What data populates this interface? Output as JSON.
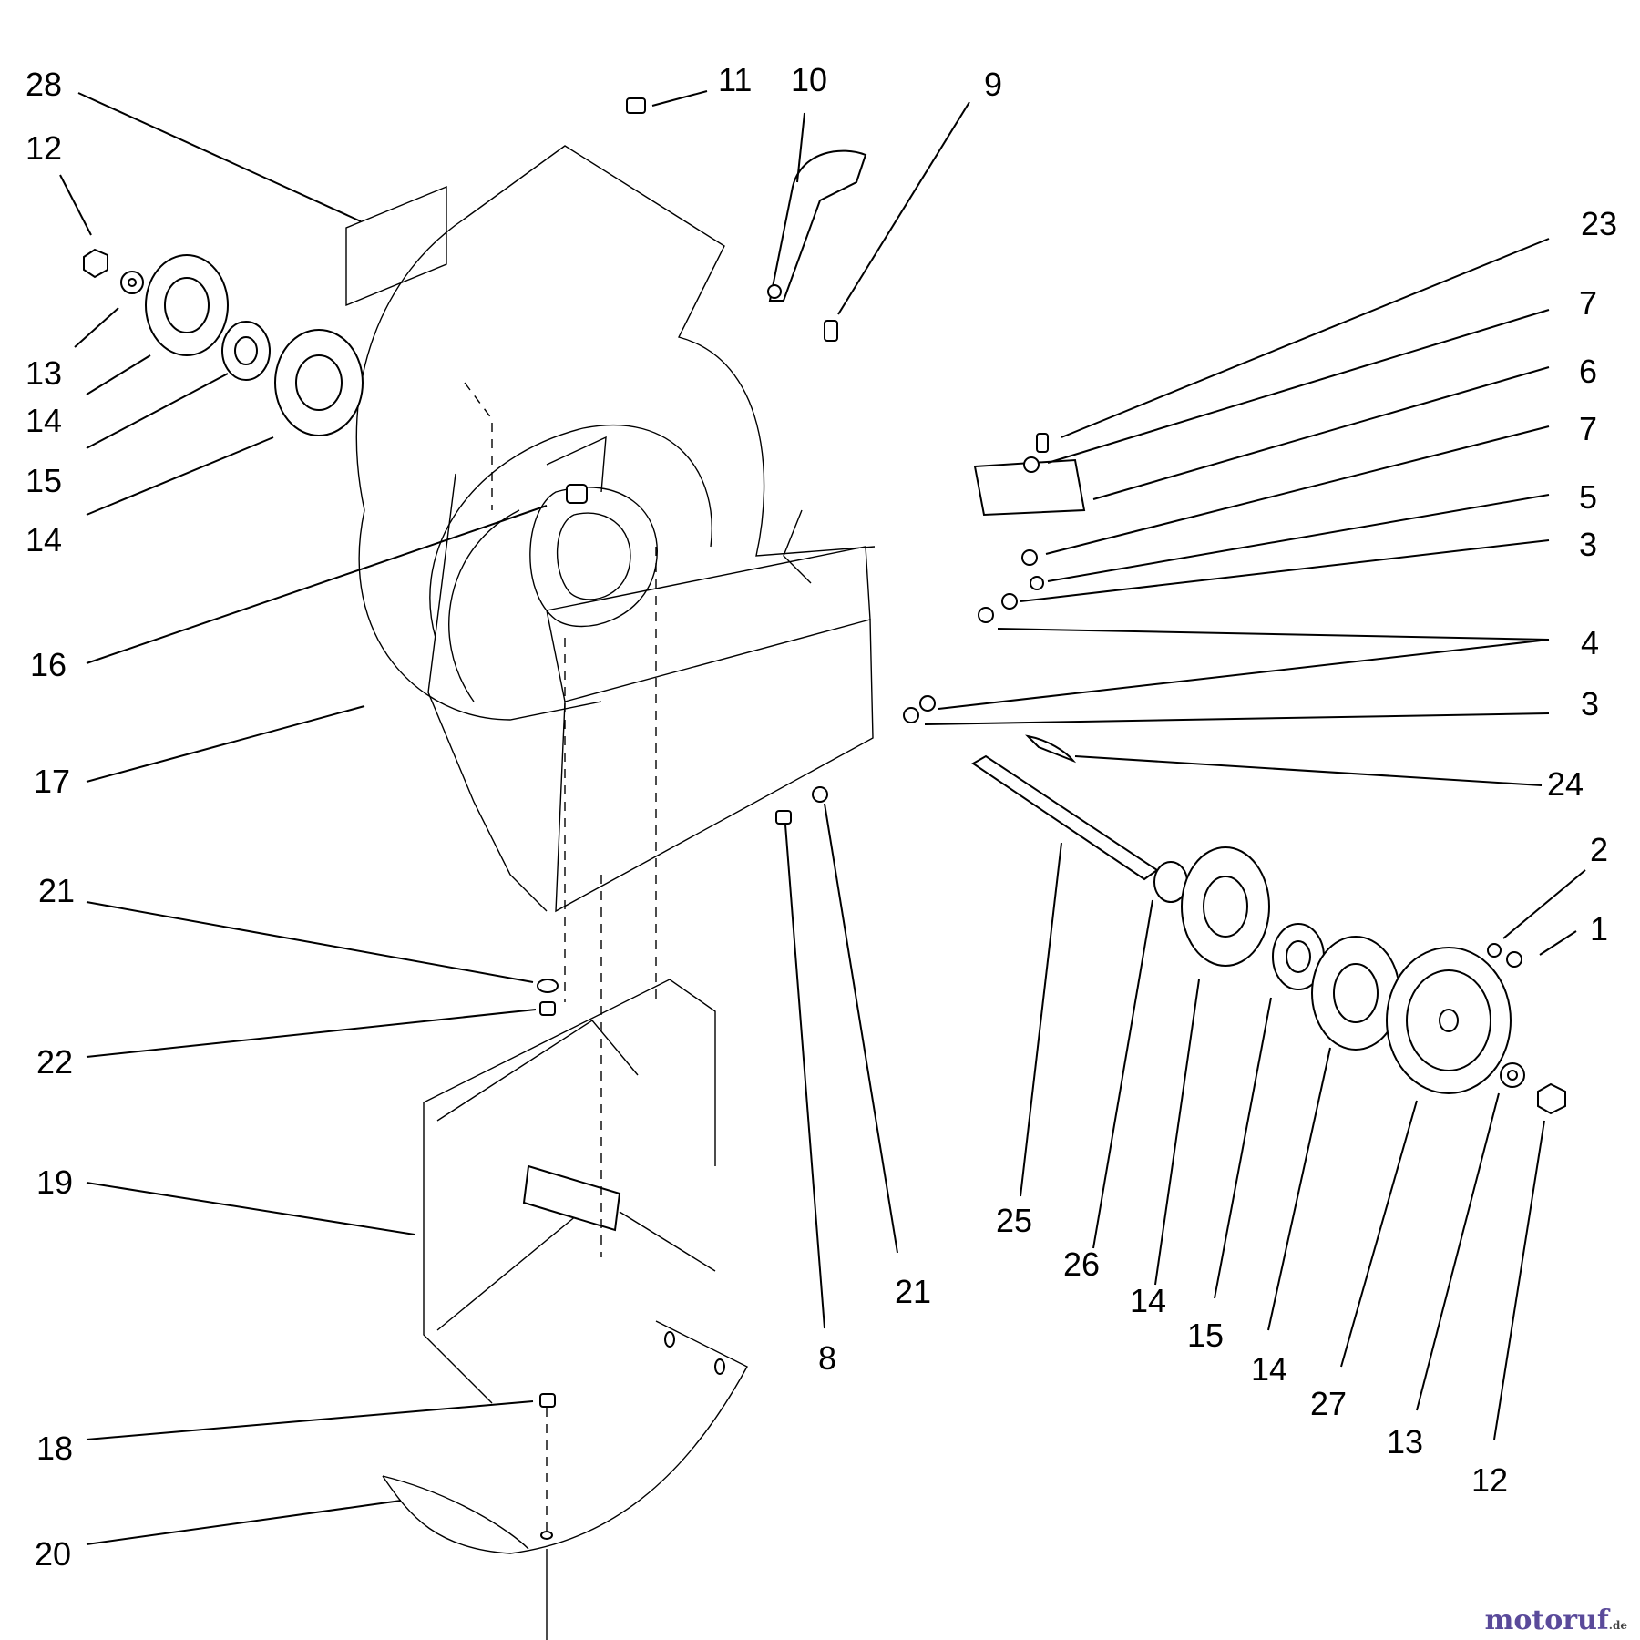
{
  "diagram": {
    "callouts": {
      "c28": "28",
      "c12a": "12",
      "c13a": "13",
      "c14a": "14",
      "c15a": "15",
      "c14b": "14",
      "c11": "11",
      "c10": "10",
      "c9": "9",
      "c23": "23",
      "c7a": "7",
      "c6": "6",
      "c7b": "7",
      "c5": "5",
      "c3a": "3",
      "c4": "4",
      "c3b": "3",
      "c24": "24",
      "c2": "2",
      "c1": "1",
      "c16": "16",
      "c17": "17",
      "c21a": "21",
      "c22": "22",
      "c19": "19",
      "c18": "18",
      "c20": "20",
      "c25": "25",
      "c26": "26",
      "c14c": "14",
      "c15b": "15",
      "c14d": "14",
      "c27": "27",
      "c13b": "13",
      "c12b": "12",
      "c8": "8",
      "c21b": "21"
    }
  },
  "watermark": {
    "text": "motoruf",
    "suffix": ".de"
  },
  "colors": {
    "line": "#000000",
    "background": "#ffffff",
    "watermark": "#5a4a9a"
  }
}
